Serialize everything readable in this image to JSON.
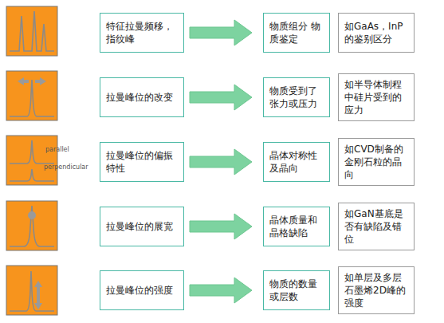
{
  "diagram": {
    "nodes": [
      {
        "text": [
          "特征拉曼频移，指纹峰"
        ]
      },
      {
        "text": [
          "物质组分 物质鉴定"
        ]
      },
      {
        "text": [
          "如GaAs，InP的鉴别区分"
        ]
      },
      {
        "text": [
          "拉曼峰位的改变"
        ]
      },
      {
        "text": [
          "物质受到了张力或压力"
        ]
      },
      {
        "text": [
          "如半导体制程中硅片受到的应力"
        ]
      },
      {
        "text": [
          "拉曼峰位的偏振特性"
        ]
      },
      {
        "text": [
          "晶体对称性及晶向"
        ]
      },
      {
        "text": [
          "如CVD制备的金刚石粒的晶向"
        ]
      },
      {
        "text": [
          "拉曼峰位的展宽"
        ]
      },
      {
        "text": [
          "晶体质量和晶格缺陷"
        ]
      },
      {
        "text": [
          "如GaN基底是否有缺陷及错位"
        ]
      },
      {
        "text": [
          "拉曼峰位的强度"
        ]
      },
      {
        "text": [
          "物质的数量或层数"
        ]
      },
      {
        "text": [
          "如单层及多层石墨烯2D峰的强度"
        ]
      }
    ],
    "edges": [
      {
        "from": 0,
        "to": 1,
        "arrow": "to"
      },
      {
        "from": 3,
        "to": 4,
        "arrow": "to"
      },
      {
        "from": 6,
        "to": 7,
        "arrow": "to"
      },
      {
        "from": 9,
        "to": 10,
        "arrow": "to"
      },
      {
        "from": 12,
        "to": 13,
        "arrow": "to"
      }
    ],
    "labels": [
      "parallel",
      "perpendicular"
    ]
  }
}
